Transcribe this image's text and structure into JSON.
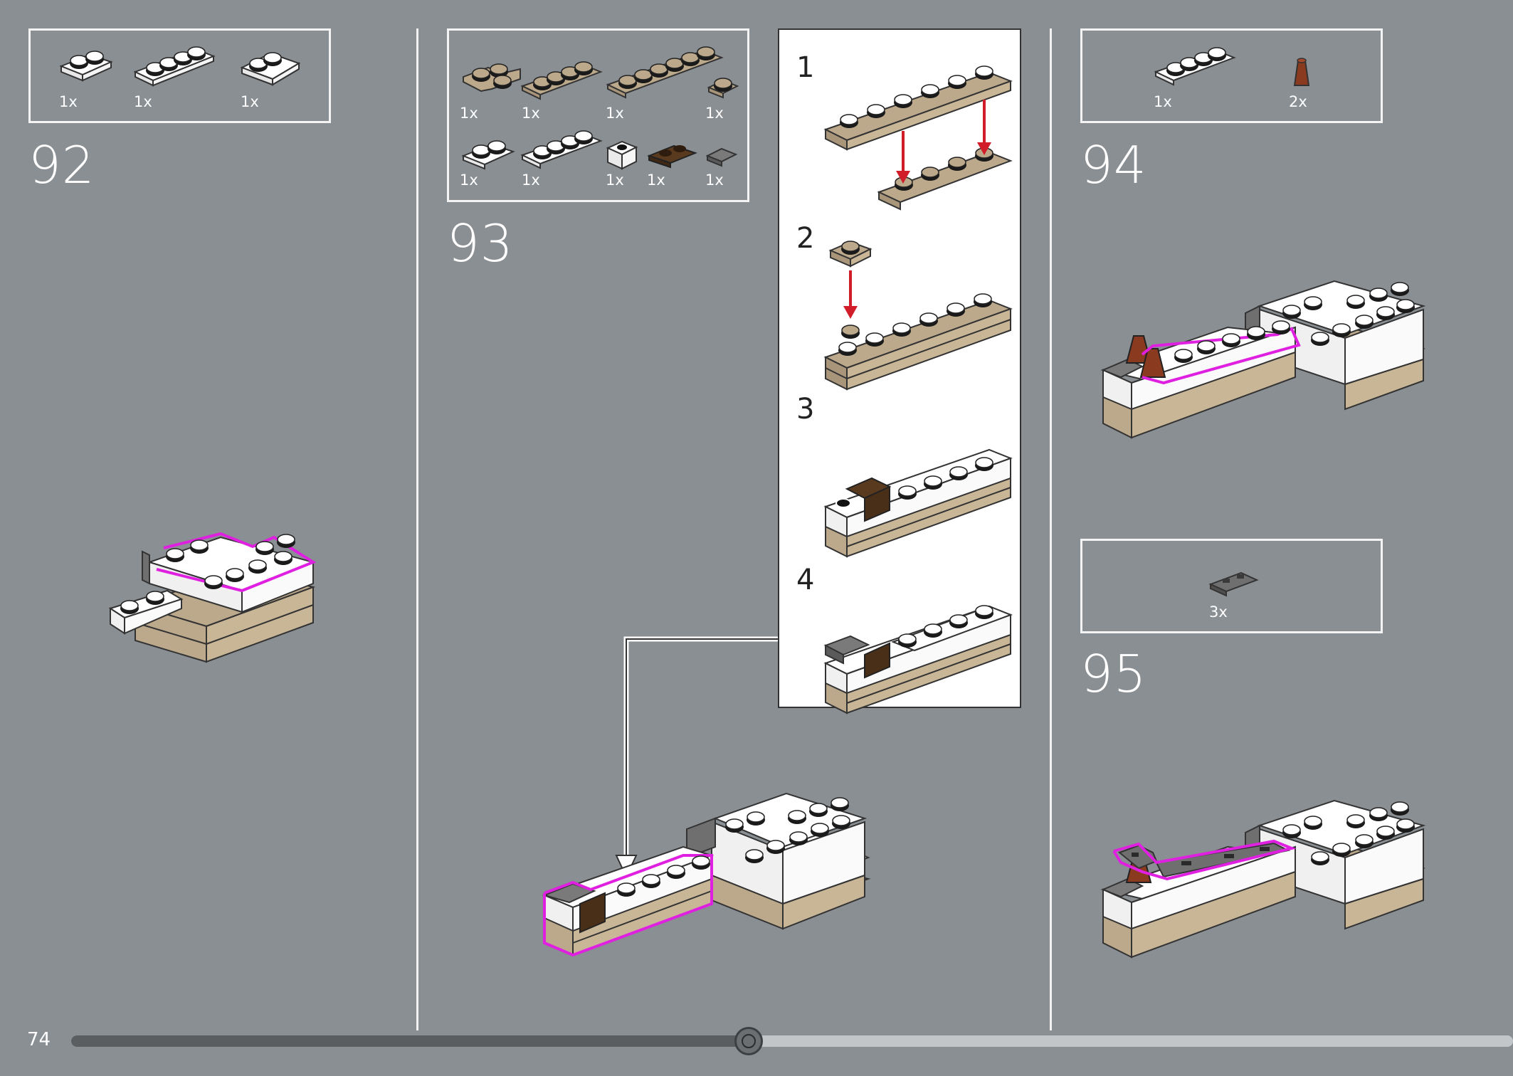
{
  "page": {
    "number": "74"
  },
  "steps": [
    {
      "number": "92",
      "parts": [
        {
          "qty": "1x",
          "icon": "white-plate-1x2"
        },
        {
          "qty": "1x",
          "icon": "white-plate-1x4"
        },
        {
          "qty": "1x",
          "icon": "white-wedge-plate"
        }
      ]
    },
    {
      "number": "93",
      "parts": [
        {
          "qty": "1x",
          "icon": "tan-corner-plate"
        },
        {
          "qty": "1x",
          "icon": "tan-plate-1x4"
        },
        {
          "qty": "1x",
          "icon": "tan-plate-1x6"
        },
        {
          "qty": "1x",
          "icon": "tan-plate-1x1"
        },
        {
          "qty": "1x",
          "icon": "white-plate-1x2"
        },
        {
          "qty": "1x",
          "icon": "white-plate-1x4"
        },
        {
          "qty": "1x",
          "icon": "white-brick-1x1-hollow"
        },
        {
          "qty": "1x",
          "icon": "dark-brown-plate-1x2"
        },
        {
          "qty": "1x",
          "icon": "gray-tile-1x1"
        }
      ],
      "substeps": [
        "1",
        "2",
        "3",
        "4"
      ]
    },
    {
      "number": "94",
      "parts": [
        {
          "qty": "1x",
          "icon": "white-plate-1x4"
        },
        {
          "qty": "2x",
          "icon": "reddish-brown-cone"
        }
      ]
    },
    {
      "number": "95",
      "parts": [
        {
          "qty": "3x",
          "icon": "dark-gray-jumper-plate"
        }
      ]
    }
  ],
  "progress": {
    "fraction": 0.47
  },
  "colors": {
    "background": "#8a8f93",
    "tan": "#bca98b",
    "white": "#ffffff",
    "highlight": "#e020e0",
    "arrow": "#d11d2a",
    "darkbrown": "#5a3a1e",
    "gray": "#6f6f6f"
  }
}
